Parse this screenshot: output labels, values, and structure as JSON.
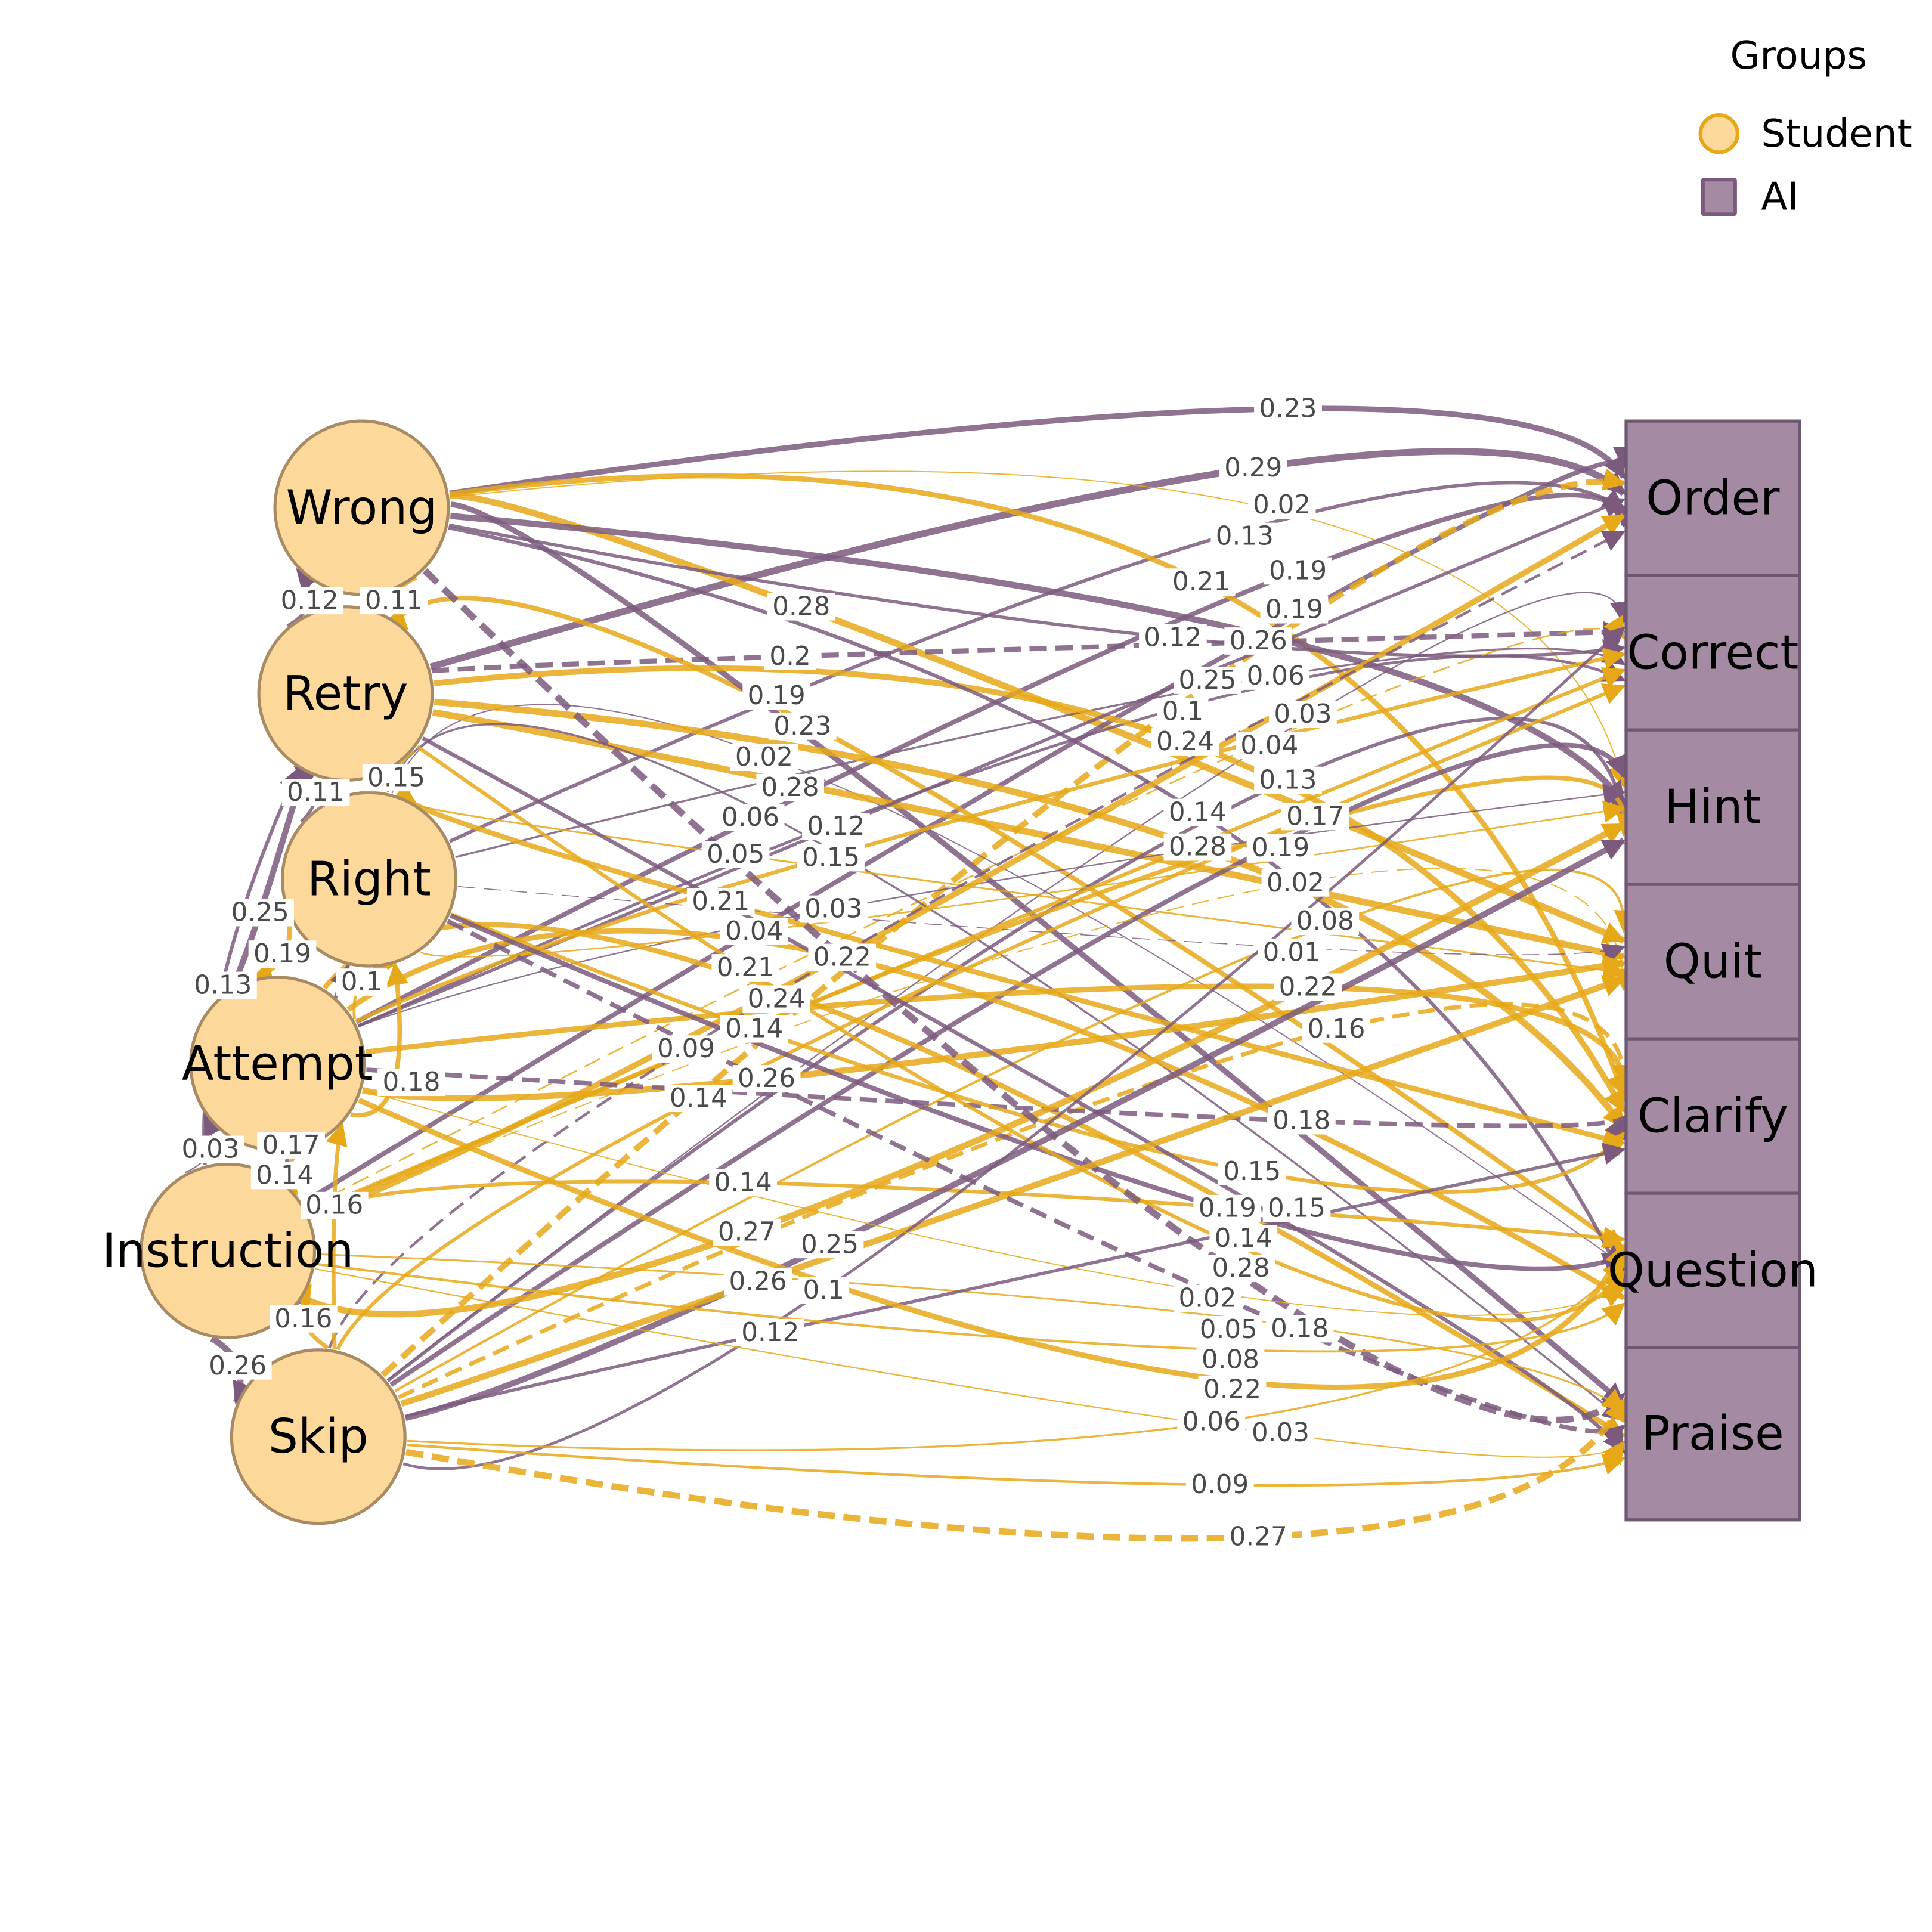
{
  "legend": {
    "title": "Groups",
    "items": [
      {
        "label": "Student",
        "shape": "circle"
      },
      {
        "label": "AI",
        "shape": "square"
      }
    ]
  },
  "colors": {
    "student_fill": "#FDD89B",
    "student_border": "#A88B62",
    "student_edge": "#E6A817",
    "ai_fill": "#A48AA2",
    "ai_border": "#6E5770",
    "ai_edge": "#7B5A7E"
  },
  "student_nodes": [
    {
      "id": "W",
      "label": "Wrong"
    },
    {
      "id": "Re",
      "label": "Retry"
    },
    {
      "id": "Ri",
      "label": "Right"
    },
    {
      "id": "A",
      "label": "Attempt"
    },
    {
      "id": "I",
      "label": "Instruction"
    },
    {
      "id": "S",
      "label": "Skip"
    }
  ],
  "ai_nodes": [
    {
      "id": "O",
      "label": "Order"
    },
    {
      "id": "C",
      "label": "Correct"
    },
    {
      "id": "H",
      "label": "Hint"
    },
    {
      "id": "Q",
      "label": "Quit"
    },
    {
      "id": "Cl",
      "label": "Clarify"
    },
    {
      "id": "Qu",
      "label": "Question"
    },
    {
      "id": "P",
      "label": "Praise"
    }
  ],
  "edges": [
    {
      "from": "W",
      "to": "O",
      "label": "0.23",
      "weight": 0.23,
      "group": "ai",
      "dashed": false
    },
    {
      "from": "Re",
      "to": "O",
      "label": "0.29",
      "weight": 0.29,
      "group": "ai",
      "dashed": false
    },
    {
      "from": "W",
      "to": "H",
      "label": "0.02",
      "weight": 0.02,
      "group": "student",
      "dashed": false
    },
    {
      "from": "Ri",
      "to": "O",
      "label": "0.13",
      "weight": 0.13,
      "group": "ai",
      "dashed": false
    },
    {
      "from": "A",
      "to": "O",
      "label": "0.19",
      "weight": 0.19,
      "group": "ai",
      "dashed": false
    },
    {
      "from": "W",
      "to": "Cl",
      "label": "0.21",
      "weight": 0.21,
      "group": "student",
      "dashed": false
    },
    {
      "from": "W",
      "to": "Q",
      "label": "0.28",
      "weight": 0.28,
      "group": "student",
      "dashed": false
    },
    {
      "from": "I",
      "to": "O",
      "label": "0.19",
      "weight": 0.19,
      "group": "ai",
      "dashed": false
    },
    {
      "from": "Re",
      "to": "C",
      "label": "0.2",
      "weight": 0.2,
      "group": "ai",
      "dashed": true
    },
    {
      "from": "W",
      "to": "C",
      "label": "0.12",
      "weight": 0.12,
      "group": "ai",
      "dashed": false
    },
    {
      "from": "W",
      "to": "H",
      "label": "0.26",
      "weight": 0.26,
      "group": "ai",
      "dashed": false
    },
    {
      "from": "S",
      "to": "O",
      "label": "0.25",
      "weight": 0.25,
      "group": "student",
      "dashed": true
    },
    {
      "from": "Ri",
      "to": "C",
      "label": "0.06",
      "weight": 0.06,
      "group": "ai",
      "dashed": false
    },
    {
      "from": "Re",
      "to": "Qu",
      "label": "0.19",
      "weight": 0.19,
      "group": "student",
      "dashed": false
    },
    {
      "from": "W",
      "to": "P",
      "label": "0.23",
      "weight": 0.23,
      "group": "ai",
      "dashed": false
    },
    {
      "from": "A",
      "to": "C",
      "label": "0.1",
      "weight": 0.1,
      "group": "ai",
      "dashed": false
    },
    {
      "from": "S",
      "to": "C",
      "label": "0.03",
      "weight": 0.03,
      "group": "ai",
      "dashed": false
    },
    {
      "from": "Re",
      "to": "Cl",
      "label": "0.24",
      "weight": 0.24,
      "group": "student",
      "dashed": false
    },
    {
      "from": "I",
      "to": "C",
      "label": "0.04",
      "weight": 0.04,
      "group": "student",
      "dashed": true
    },
    {
      "from": "Ri",
      "to": "Qu",
      "label": "0.02",
      "weight": 0.02,
      "group": "ai",
      "dashed": false
    },
    {
      "from": "Re",
      "to": "Q",
      "label": "0.28",
      "weight": 0.28,
      "group": "student",
      "dashed": false
    },
    {
      "from": "S",
      "to": "H",
      "label": "0.13",
      "weight": 0.13,
      "group": "ai",
      "dashed": false
    },
    {
      "from": "Ri",
      "to": "P",
      "label": "0.06",
      "weight": 0.06,
      "group": "ai",
      "dashed": false
    },
    {
      "from": "A",
      "to": "O",
      "label": "0.12",
      "weight": 0.12,
      "group": "ai",
      "dashed": false
    },
    {
      "from": "W",
      "to": "Qu",
      "label": "0.14",
      "weight": 0.14,
      "group": "ai",
      "dashed": false
    },
    {
      "from": "I",
      "to": "H",
      "label": "0.17",
      "weight": 0.17,
      "group": "student",
      "dashed": false
    },
    {
      "from": "Ri",
      "to": "Q",
      "label": "0.05",
      "weight": 0.05,
      "group": "student",
      "dashed": false
    },
    {
      "from": "A",
      "to": "C",
      "label": "0.15",
      "weight": 0.15,
      "group": "student",
      "dashed": false
    },
    {
      "from": "Re",
      "to": "Cl",
      "label": "0.28",
      "weight": 0.28,
      "group": "student",
      "dashed": false
    },
    {
      "from": "S",
      "to": "H",
      "label": "0.19",
      "weight": 0.19,
      "group": "ai",
      "dashed": false
    },
    {
      "from": "I",
      "to": "Q",
      "label": "0.02",
      "weight": 0.02,
      "group": "student",
      "dashed": true
    },
    {
      "from": "Ri",
      "to": "Cl",
      "label": "0.21",
      "weight": 0.21,
      "group": "student",
      "dashed": false
    },
    {
      "from": "A",
      "to": "H",
      "label": "0.03",
      "weight": 0.03,
      "group": "ai",
      "dashed": false
    },
    {
      "from": "Ri",
      "to": "H",
      "label": "0.04",
      "weight": 0.04,
      "group": "student",
      "dashed": false
    },
    {
      "from": "S",
      "to": "Q",
      "label": "0.08",
      "weight": 0.08,
      "group": "student",
      "dashed": false
    },
    {
      "from": "A",
      "to": "Qu",
      "label": "0.22",
      "weight": 0.22,
      "group": "student",
      "dashed": false
    },
    {
      "from": "Ri",
      "to": "Q",
      "label": "0.01",
      "weight": 0.01,
      "group": "ai",
      "dashed": true
    },
    {
      "from": "A",
      "to": "P",
      "label": "0.21",
      "weight": 0.21,
      "group": "student",
      "dashed": false
    },
    {
      "from": "I",
      "to": "O",
      "label": "0.24",
      "weight": 0.24,
      "group": "student",
      "dashed": false
    },
    {
      "from": "A",
      "to": "Cl",
      "label": "0.22",
      "weight": 0.22,
      "group": "student",
      "dashed": false
    },
    {
      "from": "S",
      "to": "Cl",
      "label": "0.16",
      "weight": 0.16,
      "group": "student",
      "dashed": true
    },
    {
      "from": "I",
      "to": "C",
      "label": "0.14",
      "weight": 0.14,
      "group": "student",
      "dashed": false
    },
    {
      "from": "S",
      "to": "O",
      "label": "0.09",
      "weight": 0.09,
      "group": "ai",
      "dashed": true
    },
    {
      "from": "A",
      "to": "Q",
      "label": "0.26",
      "weight": 0.26,
      "group": "student",
      "dashed": false
    },
    {
      "from": "S",
      "to": "C",
      "label": "0.14",
      "weight": 0.14,
      "group": "student",
      "dashed": false
    },
    {
      "from": "A",
      "to": "Cl",
      "label": "0.18",
      "weight": 0.18,
      "group": "ai",
      "dashed": true
    },
    {
      "from": "I",
      "to": "Qu",
      "label": "0.14",
      "weight": 0.14,
      "group": "student",
      "dashed": false
    },
    {
      "from": "Ri",
      "to": "Cl",
      "label": "0.15",
      "weight": 0.15,
      "group": "student",
      "dashed": false
    },
    {
      "from": "Ri",
      "to": "Qu",
      "label": "0.19",
      "weight": 0.19,
      "group": "ai",
      "dashed": false
    },
    {
      "from": "Re",
      "to": "P",
      "label": "0.15",
      "weight": 0.15,
      "group": "ai",
      "dashed": false
    },
    {
      "from": "I",
      "to": "H",
      "label": "0.27",
      "weight": 0.27,
      "group": "student",
      "dashed": false
    },
    {
      "from": "Re",
      "to": "Qu",
      "label": "0.14",
      "weight": 0.14,
      "group": "student",
      "dashed": false
    },
    {
      "from": "S",
      "to": "H",
      "label": "0.25",
      "weight": 0.25,
      "group": "ai",
      "dashed": false
    },
    {
      "from": "W",
      "to": "P",
      "label": "0.28",
      "weight": 0.28,
      "group": "ai",
      "dashed": true
    },
    {
      "from": "S",
      "to": "Q",
      "label": "0.26",
      "weight": 0.26,
      "group": "student",
      "dashed": false
    },
    {
      "from": "S",
      "to": "C",
      "label": "0.1",
      "weight": 0.1,
      "group": "ai",
      "dashed": false
    },
    {
      "from": "A",
      "to": "Qu",
      "label": "0.02",
      "weight": 0.02,
      "group": "student",
      "dashed": false
    },
    {
      "from": "I",
      "to": "P",
      "label": "0.05",
      "weight": 0.05,
      "group": "student",
      "dashed": false
    },
    {
      "from": "Ri",
      "to": "P",
      "label": "0.18",
      "weight": 0.18,
      "group": "ai",
      "dashed": true
    },
    {
      "from": "S",
      "to": "Cl",
      "label": "0.12",
      "weight": 0.12,
      "group": "ai",
      "dashed": false
    },
    {
      "from": "I",
      "to": "Qu",
      "label": "0.08",
      "weight": 0.08,
      "group": "student",
      "dashed": false
    },
    {
      "from": "A",
      "to": "Qu",
      "label": "0.22",
      "weight": 0.22,
      "group": "student",
      "dashed": false
    },
    {
      "from": "S",
      "to": "Qu",
      "label": "0.06",
      "weight": 0.06,
      "group": "student",
      "dashed": false
    },
    {
      "from": "I",
      "to": "P",
      "label": "0.03",
      "weight": 0.03,
      "group": "student",
      "dashed": false
    },
    {
      "from": "S",
      "to": "P",
      "label": "0.09",
      "weight": 0.09,
      "group": "student",
      "dashed": false
    },
    {
      "from": "S",
      "to": "P",
      "label": "0.27",
      "weight": 0.27,
      "group": "student",
      "dashed": true
    },
    {
      "from": "Re",
      "to": "W",
      "label": "0.12",
      "weight": 0.12,
      "group": "ai",
      "dashed": false
    },
    {
      "from": "W",
      "to": "Re",
      "label": "0.11",
      "weight": 0.11,
      "group": "student",
      "dashed": false
    },
    {
      "from": "Ri",
      "to": "Re",
      "label": "0.11",
      "weight": 0.11,
      "group": "ai",
      "dashed": false
    },
    {
      "from": "Re",
      "to": "Ri",
      "label": "0.15",
      "weight": 0.15,
      "group": "student",
      "dashed": false
    },
    {
      "from": "A",
      "to": "Re",
      "label": "0.25",
      "weight": 0.25,
      "group": "ai",
      "dashed": false
    },
    {
      "from": "Ri",
      "to": "A",
      "label": "0.19",
      "weight": 0.19,
      "group": "student",
      "dashed": false
    },
    {
      "from": "A",
      "to": "Ri",
      "label": "0.1",
      "weight": 0.1,
      "group": "student",
      "dashed": false
    },
    {
      "from": "I",
      "to": "Re",
      "label": "0.13",
      "weight": 0.13,
      "group": "ai",
      "dashed": false
    },
    {
      "from": "A",
      "to": "Ri",
      "label": "0.18",
      "weight": 0.18,
      "group": "student",
      "dashed": false
    },
    {
      "from": "I",
      "to": "A",
      "label": "0.03",
      "weight": 0.03,
      "group": "ai",
      "dashed": false
    },
    {
      "from": "A",
      "to": "I",
      "label": "0.17",
      "weight": 0.17,
      "group": "student",
      "dashed": false
    },
    {
      "from": "I",
      "to": "Ri",
      "label": "0.14",
      "weight": 0.14,
      "group": "ai",
      "dashed": false
    },
    {
      "from": "S",
      "to": "A",
      "label": "0.16",
      "weight": 0.16,
      "group": "student",
      "dashed": false
    },
    {
      "from": "S",
      "to": "I",
      "label": "0.16",
      "weight": 0.16,
      "group": "student",
      "dashed": false
    },
    {
      "from": "I",
      "to": "S",
      "label": "0.26",
      "weight": 0.26,
      "group": "ai",
      "dashed": false
    }
  ]
}
